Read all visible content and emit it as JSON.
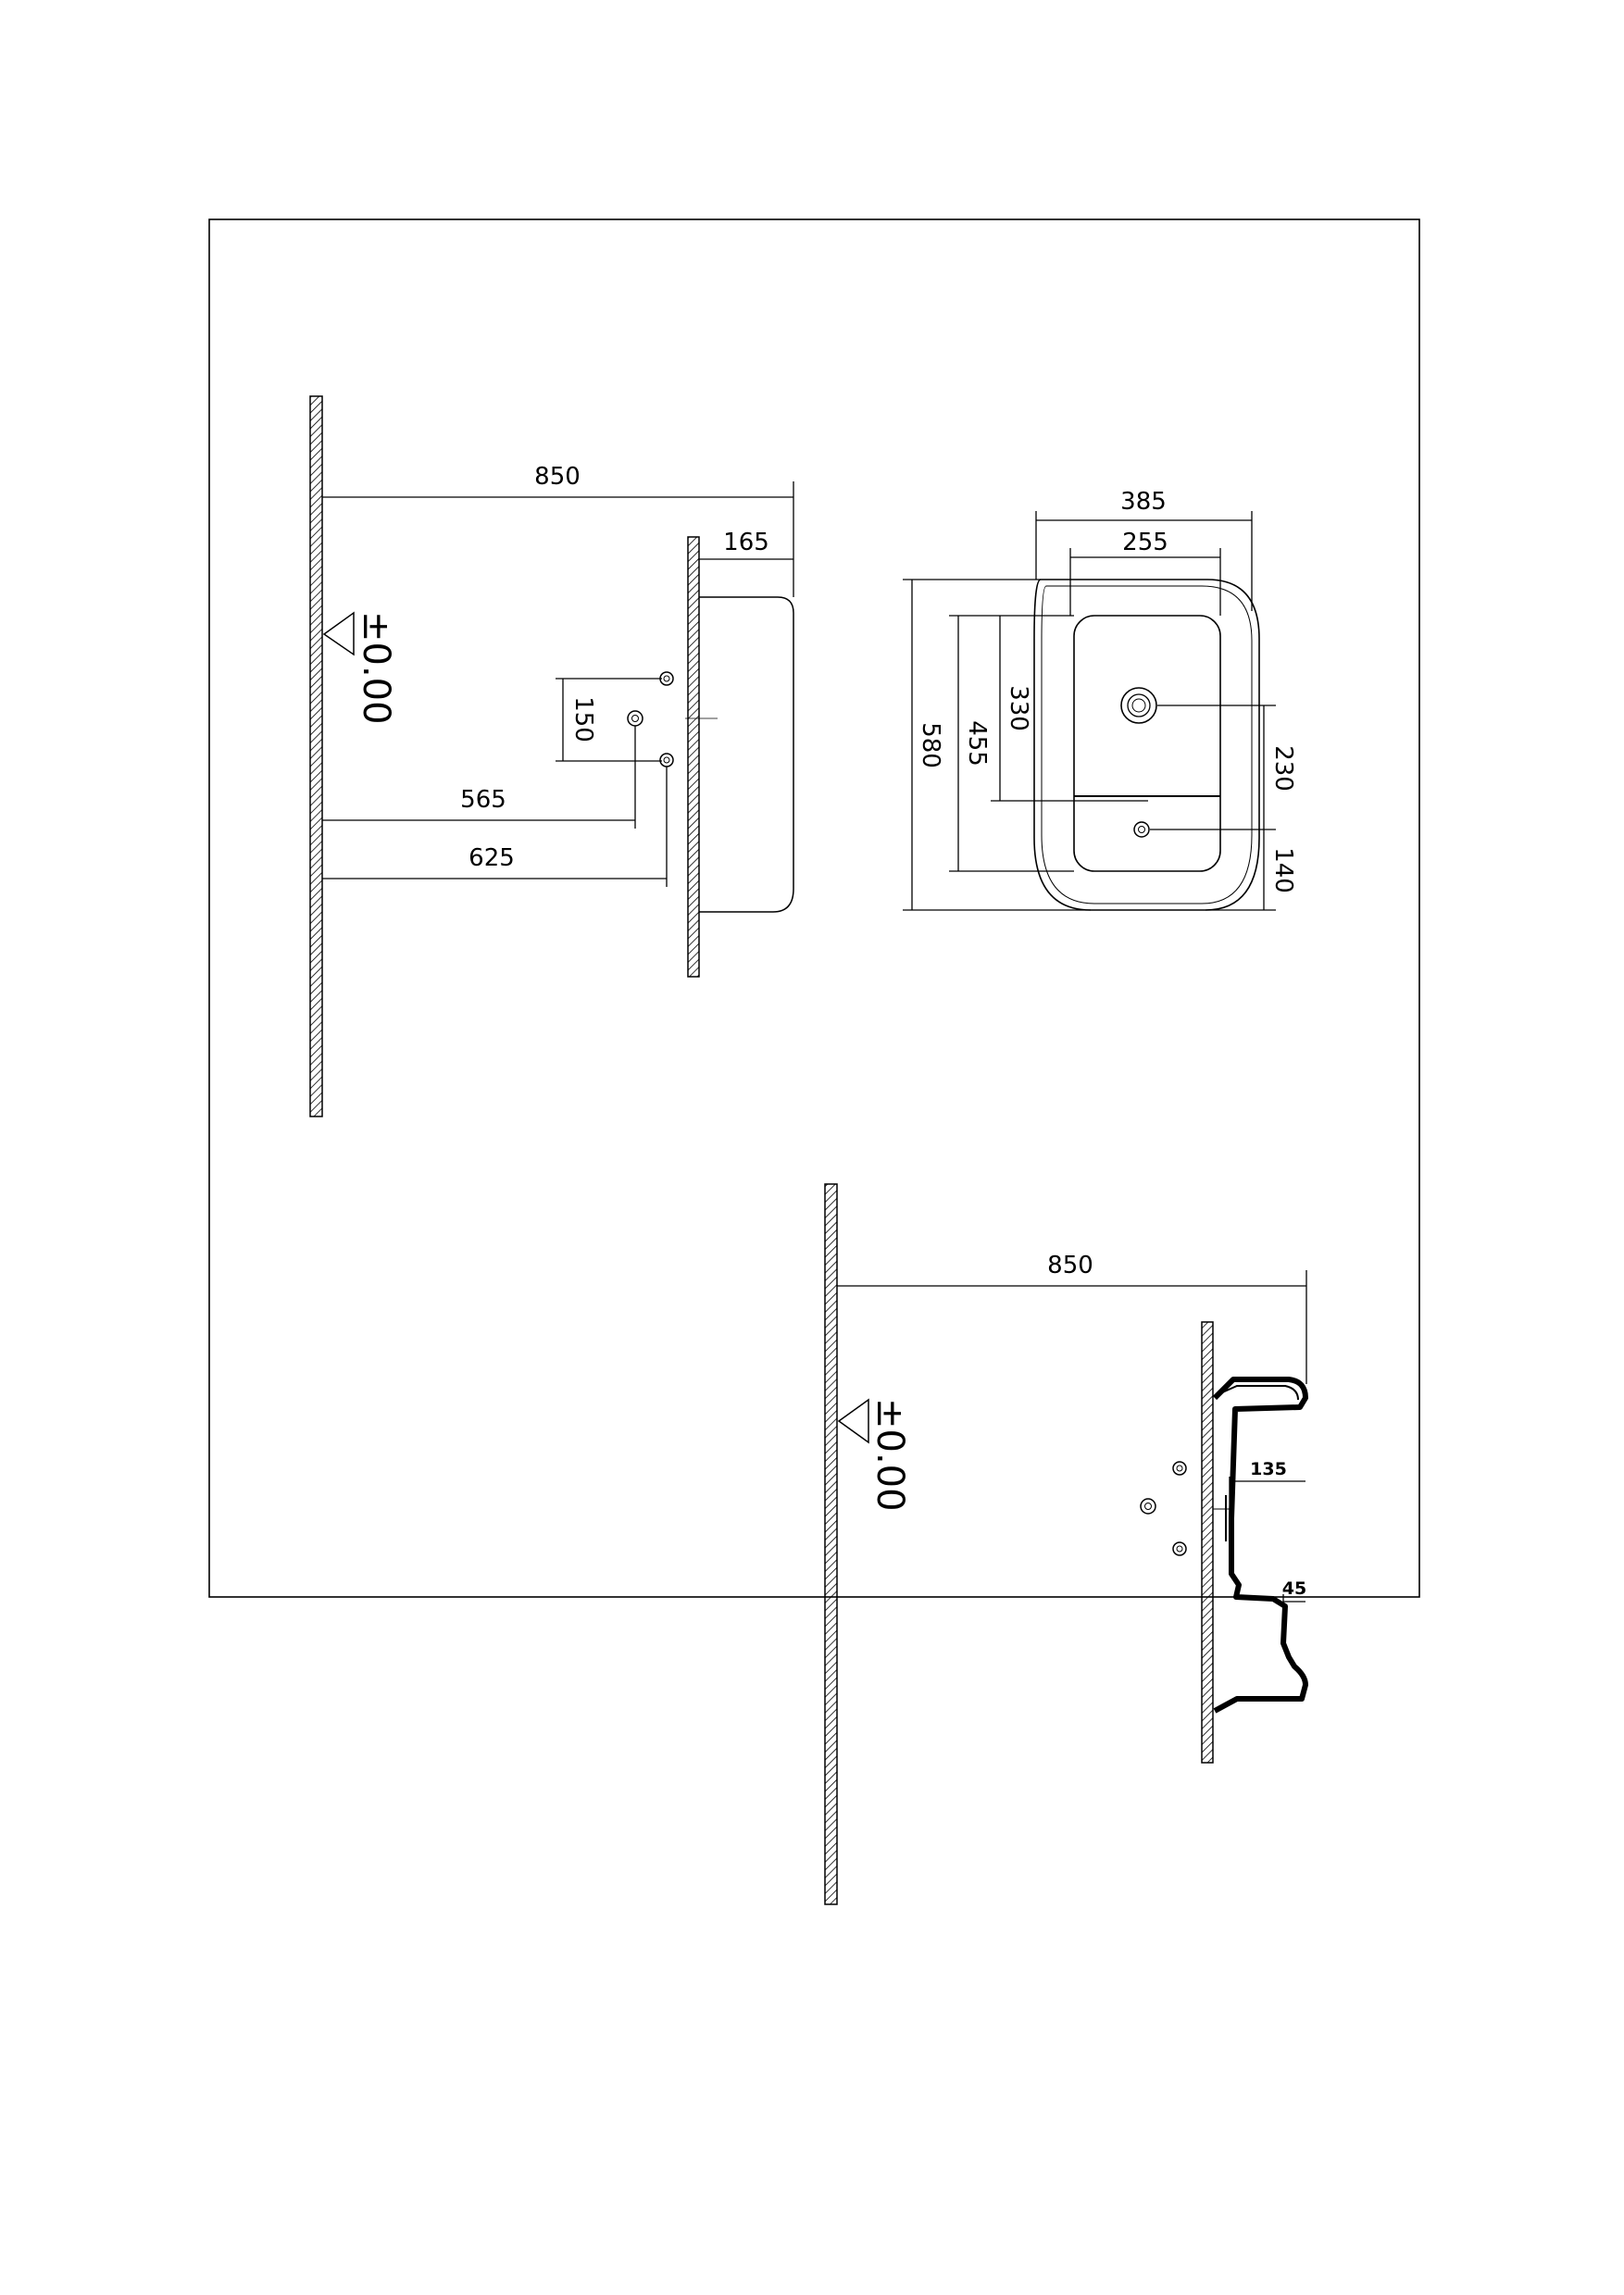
{
  "side_view": {
    "dim_wall_to_front": "850",
    "dim_depth": "165",
    "dim_tap_spacing": "150",
    "dim_tap_centre": "565",
    "dim_lower_hole": "625",
    "level_mark": "±0.00"
  },
  "top_view": {
    "dim_outer_width": "385",
    "dim_inner_width": "255",
    "dim_overall_length": "580",
    "dim_bowl_length": "455",
    "dim_to_waste": "330",
    "dim_waste_to_tap": "230",
    "dim_tap_to_edge": "140"
  },
  "section_view": {
    "dim_wall_to_front": "850",
    "dim_wall_thickness": "135",
    "dim_lip": "45",
    "level_mark": "±0.00"
  }
}
